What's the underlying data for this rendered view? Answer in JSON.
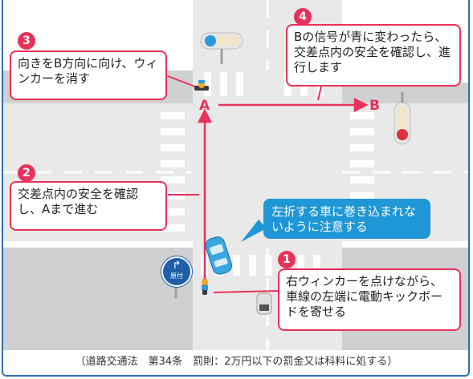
{
  "steps": [
    {
      "number": "1",
      "text": "右ウィンカーを点けながら、車線の左端に電動キックボードを寄せる"
    },
    {
      "number": "2",
      "text": "交差点内の安全を確認し、Aまで進む"
    },
    {
      "number": "3",
      "text": "向きをB方向に向け、ウィンカーを消す"
    },
    {
      "number": "4",
      "text": "Bの信号が青に変わったら、交差点内の安全を確認し、進行します"
    }
  ],
  "note": "左折する車に巻き込まれないように注意する",
  "points": {
    "a": "A",
    "b": "B"
  },
  "sign_text": "原付",
  "footer": "（道路交通法　第34条　罰則：2万円以下の罰金又は科料に処する）",
  "colors": {
    "accent": "#e8325a",
    "note_bg": "#1f97d6",
    "frame": "#2f6fb5"
  }
}
